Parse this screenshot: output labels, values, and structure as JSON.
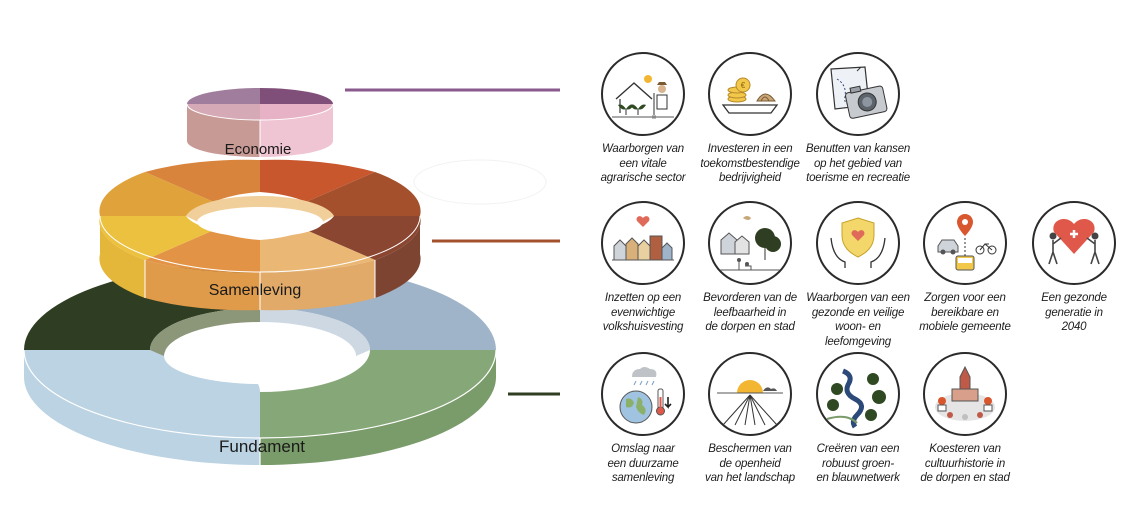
{
  "layers": {
    "economie": {
      "label": "Economie",
      "connector_color": "#8a5a8e"
    },
    "samenleving": {
      "label": "Samenleving",
      "connector_color": "#a5502d"
    },
    "fundament": {
      "label": "Fundament",
      "connector_color": "#2f3e22"
    }
  },
  "themes": [
    {
      "name": "theme-vitale-agrarische-sector",
      "icon": "farm-icon",
      "lines": [
        "Waarborgen van",
        "een vitale",
        "agrarische sector"
      ]
    },
    {
      "name": "theme-toekomstbestendige-bedrijvigheid",
      "icon": "coins-scale-icon",
      "lines": [
        "Investeren in een",
        "toekomstbestendige",
        "bedrijvigheid"
      ]
    },
    {
      "name": "theme-toerisme-recreatie",
      "icon": "camera-map-icon",
      "lines": [
        "Benutten van kansen",
        "op het gebied van",
        "toerisme en recreatie"
      ]
    },
    {
      "name": "theme-volkshuisvesting",
      "icon": "houses-heart-icon",
      "lines": [
        "Inzetten op een",
        "evenwichtige",
        "volkshuisvesting"
      ]
    },
    {
      "name": "theme-leefbaarheid",
      "icon": "village-people-icon",
      "lines": [
        "Bevorderen van de",
        "leefbaarheid in",
        "de dorpen en stad"
      ]
    },
    {
      "name": "theme-veilige-leefomgeving",
      "icon": "shield-hands-icon",
      "lines": [
        "Waarborgen van een",
        "gezonde en veilige",
        "woon- en leefomgeving"
      ]
    },
    {
      "name": "theme-bereikbare-gemeente",
      "icon": "mobility-icon",
      "lines": [
        "Zorgen voor een",
        "bereikbare en",
        "mobiele gemeente"
      ]
    },
    {
      "name": "theme-gezonde-generatie",
      "icon": "heart-people-icon",
      "lines": [
        "Een gezonde",
        "generatie in",
        "2040"
      ]
    },
    {
      "name": "theme-duurzame-samenleving",
      "icon": "globe-weather-icon",
      "lines": [
        "Omslag naar",
        "een duurzame",
        "samenleving"
      ]
    },
    {
      "name": "theme-openheid-landschap",
      "icon": "sunrise-fields-icon",
      "lines": [
        "Beschermen van",
        "de openheid",
        "van het landschap"
      ]
    },
    {
      "name": "theme-groen-blauwnetwerk",
      "icon": "river-trees-icon",
      "lines": [
        "Creëren van een",
        "robuust groen-",
        "en blauwnetwerk"
      ]
    },
    {
      "name": "theme-cultuurhistorie",
      "icon": "church-village-icon",
      "lines": [
        "Koesteren van",
        "cultuurhistorie in",
        "de dorpen en stad"
      ]
    }
  ]
}
